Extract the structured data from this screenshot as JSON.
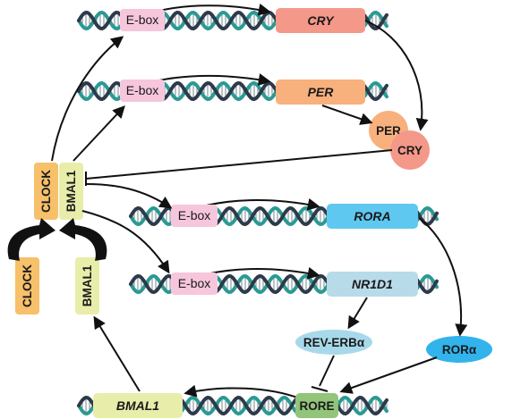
{
  "labels": {
    "ebox": "E-box",
    "cry_gene": "CRY",
    "per_gene": "PER",
    "rora_gene": "RORA",
    "nr1d1_gene": "NR1D1",
    "bmal1_gene": "BMAL1",
    "rore": "RORE",
    "per_protein": "PER",
    "cry_protein": "CRY",
    "clock_complex": "CLOCK",
    "bmal1_complex": "BMAL1",
    "clock_free": "CLOCK",
    "bmal1_free": "BMAL1",
    "rev_erb": "REV-ERBα",
    "ror_alpha": "RORα"
  },
  "colors": {
    "ebox": "#f6c6dc",
    "cry": "#f4988a",
    "per": "#f8b07d",
    "rora": "#5fc8f0",
    "nr1d1": "#b8dbea",
    "rev_erb": "#a7d9ea",
    "ror_alpha": "#32b3ec",
    "bmal1": "#e8edaa",
    "clock": "#f7c06a",
    "rore": "#92c47a",
    "dna_teal": "#2a9a93",
    "dna_dark": "#2d3a4a"
  }
}
